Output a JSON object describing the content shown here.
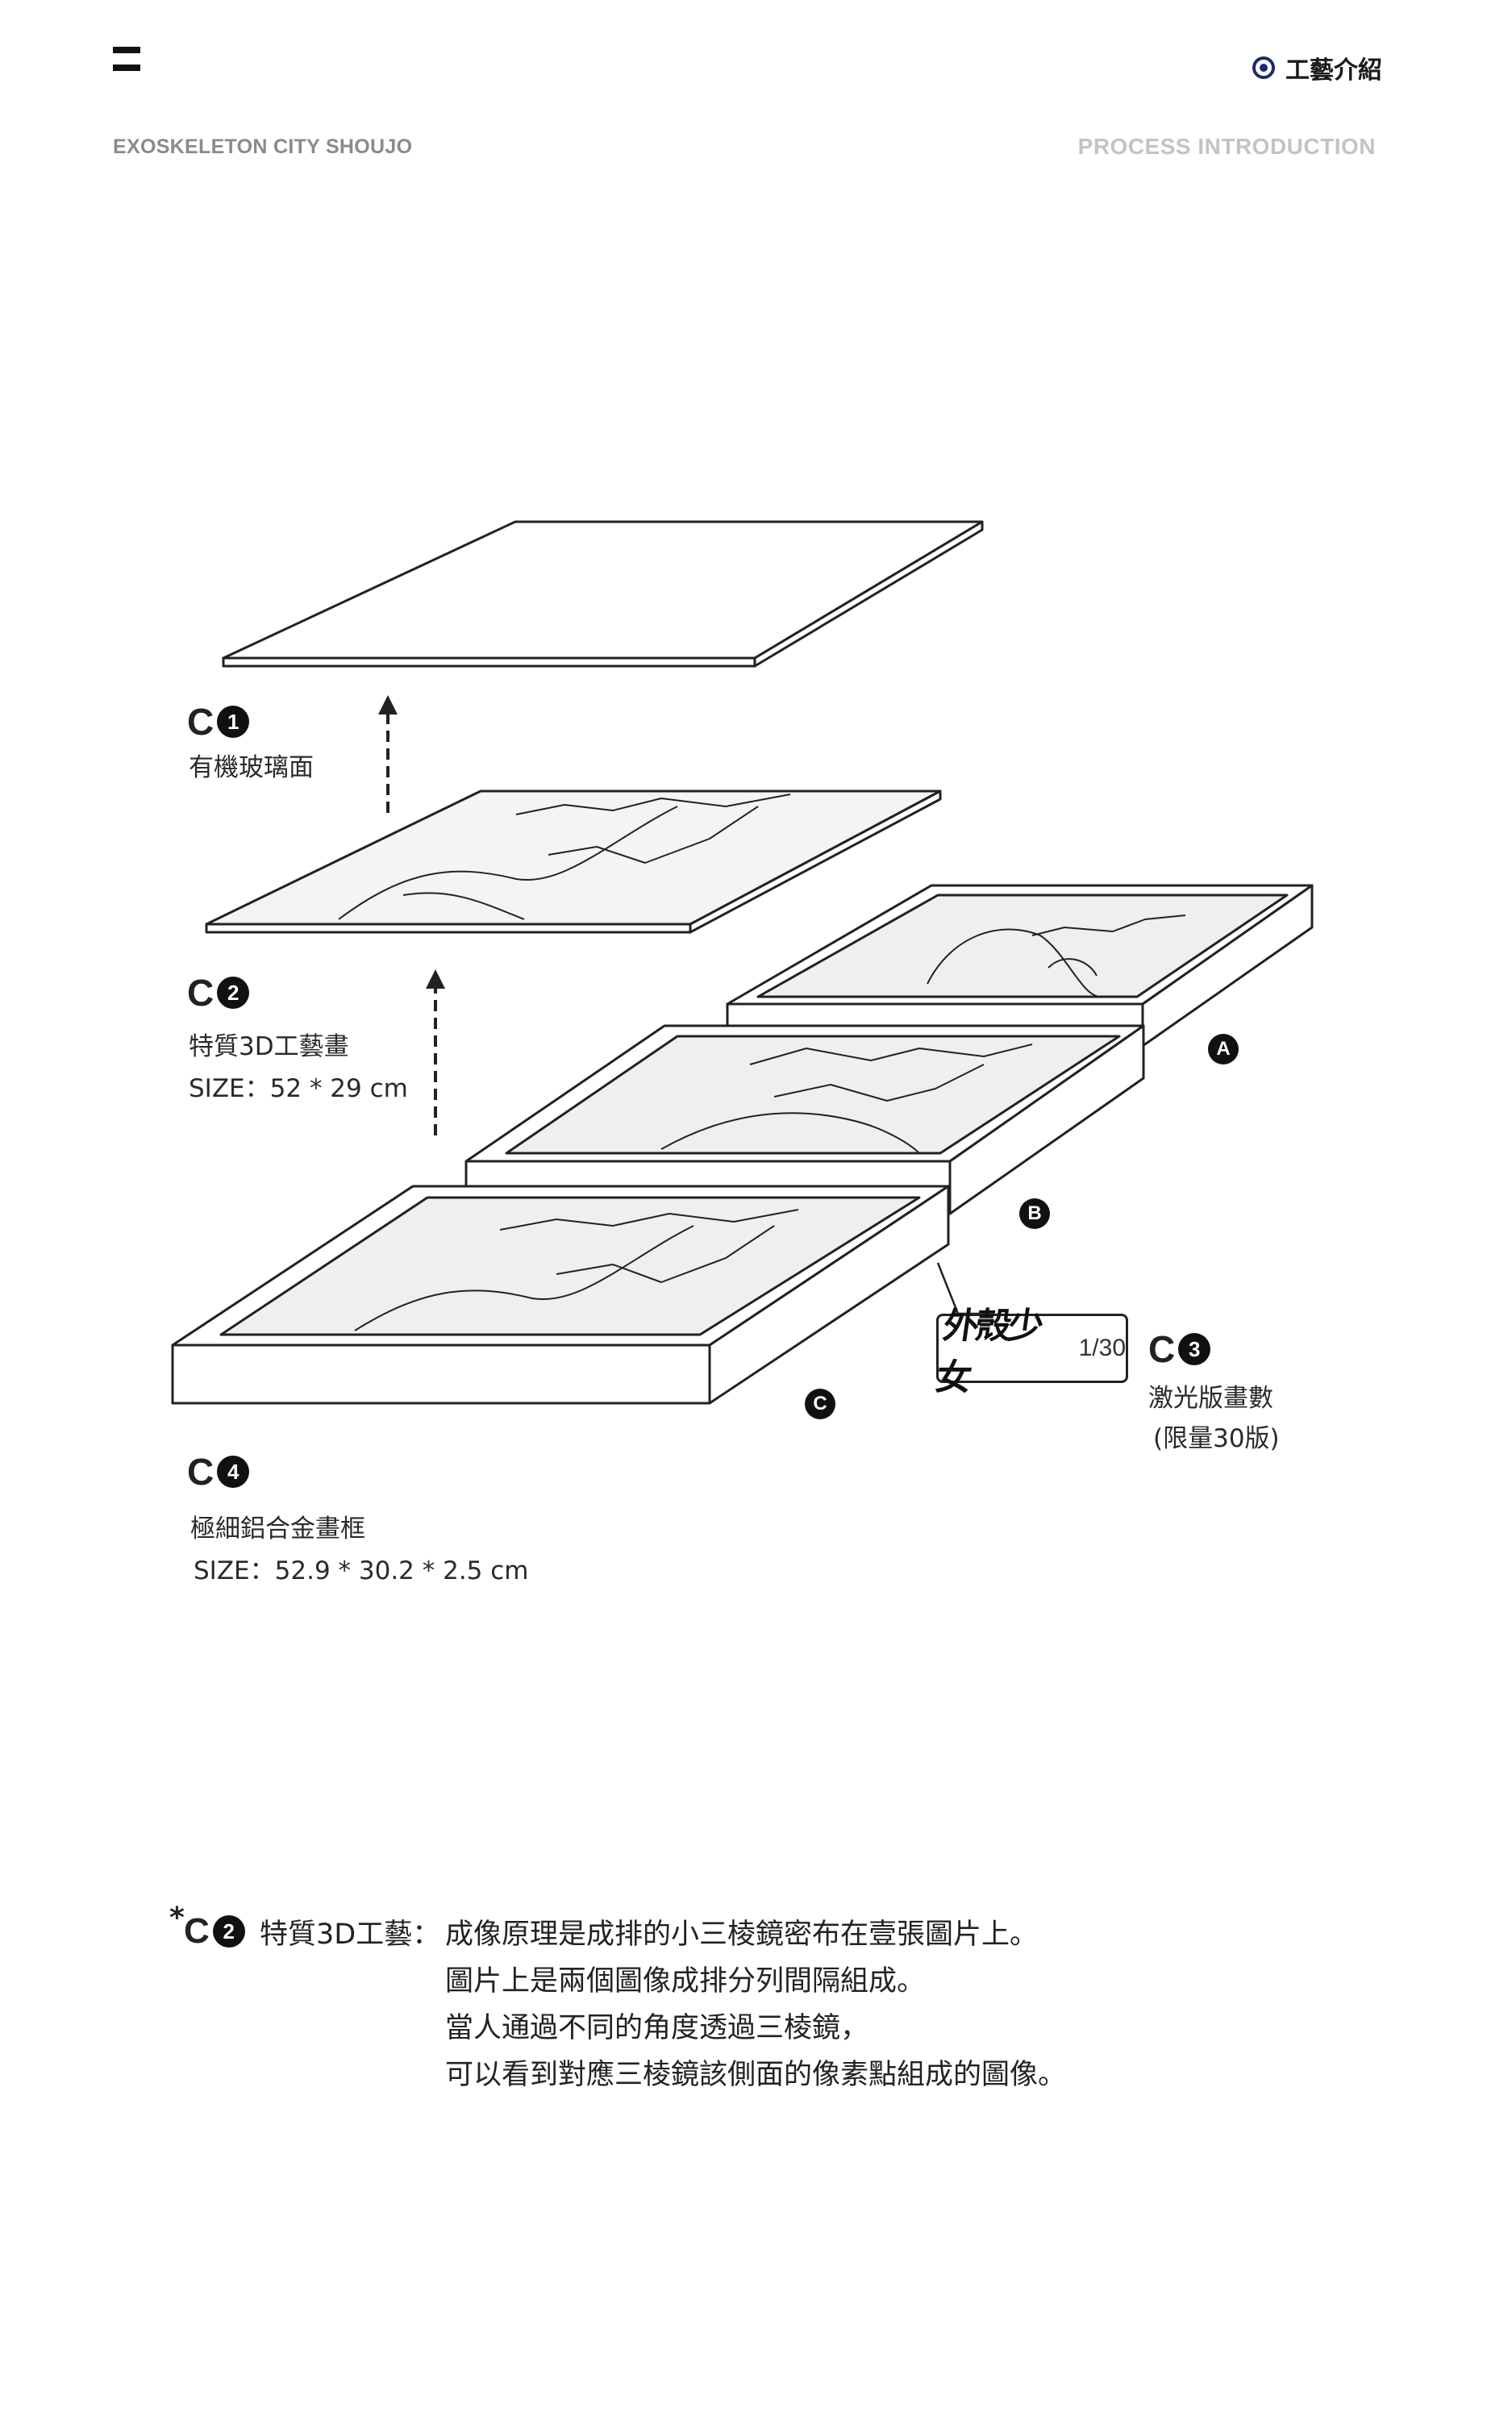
{
  "header": {
    "section_title": "工藝介紹",
    "brand": "EXOSKELETON CITY SHOUJO",
    "subtitle": "PROCESS INTRODUCTION",
    "icons": {
      "menu": "menu-icon",
      "section": "target-icon"
    }
  },
  "layers": [
    {
      "code": "C",
      "num": "1",
      "name": "有機玻璃面"
    },
    {
      "code": "C",
      "num": "2",
      "name": "特質3D工藝畫",
      "size": "SIZE：52 * 29 cm"
    },
    {
      "code": "C",
      "num": "3",
      "name": "激光版畫數",
      "extra": "(限量30版)"
    },
    {
      "code": "C",
      "num": "4",
      "name": "極細鋁合金畫框",
      "size": "SIZE：52.9 * 30.2 * 2.5 cm"
    }
  ],
  "variants": [
    "A",
    "B",
    "C"
  ],
  "edition": {
    "logo": "外殼少女",
    "count": "1/30"
  },
  "note": {
    "star": "*",
    "code": "C",
    "num": "2",
    "label": "特質3D工藝：",
    "lines": [
      "成像原理是成排的小三棱鏡密布在壹張圖片上。",
      "圖片上是兩個圖像成排分列間隔組成。",
      "當人通過不同的角度透過三棱鏡，",
      "可以看到對應三棱鏡該側面的像素點組成的圖像。"
    ]
  },
  "colors": {
    "line": "#222222",
    "panel_fill": "#efefef",
    "subtitle": "#c3c3c3",
    "brand": "#8a8a8a"
  }
}
